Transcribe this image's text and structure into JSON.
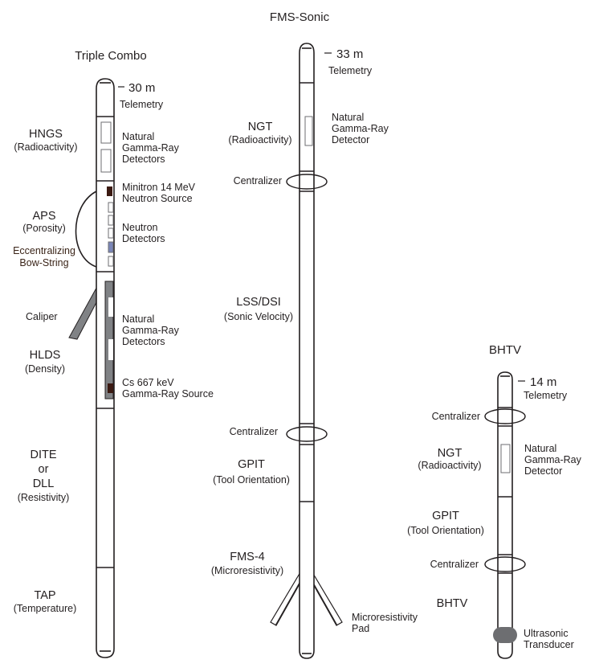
{
  "tools": {
    "triple_combo": {
      "title": "Triple Combo",
      "depth": "30 m",
      "telemetry": "Telemetry",
      "hngs": "HNGS",
      "hngs_sub": "(Radioactivity)",
      "ngrd1": [
        "Natural",
        "Gamma-Ray",
        "Detectors"
      ],
      "minitron": [
        "Minitron 14 MeV",
        "Neutron Source"
      ],
      "aps": "APS",
      "aps_sub": "(Porosity)",
      "neutron_det": [
        "Neutron",
        "Detectors"
      ],
      "bowstring": [
        "Eccentralizing",
        "Bow-String"
      ],
      "caliper": "Caliper",
      "ngrd2": [
        "Natural",
        "Gamma-Ray",
        "Detectors"
      ],
      "hlds": "HLDS",
      "hlds_sub": "(Density)",
      "cs": [
        "Cs 667 keV",
        "Gamma-Ray Source"
      ],
      "dite": [
        "DITE",
        "or",
        "DLL"
      ],
      "dite_sub": "(Resistivity)",
      "tap": "TAP",
      "tap_sub": "(Temperature)"
    },
    "fms_sonic": {
      "title": "FMS-Sonic",
      "depth": "33 m",
      "telemetry": "Telemetry",
      "ngt": "NGT",
      "ngt_sub": "(Radioactivity)",
      "ngrd": [
        "Natural",
        "Gamma-Ray",
        "Detector"
      ],
      "centralizer1": "Centralizer",
      "lss": "LSS/DSI",
      "lss_sub": "(Sonic Velocity)",
      "centralizer2": "Centralizer",
      "gpit": "GPIT",
      "gpit_sub": "(Tool Orientation)",
      "fms4": "FMS-4",
      "fms4_sub": "(Microresistivity)",
      "pad": [
        "Microresistivity",
        "Pad"
      ]
    },
    "bhtv": {
      "title": "BHTV",
      "depth": "14 m",
      "telemetry": "Telemetry",
      "centralizer1": "Centralizer",
      "ngt": "NGT",
      "ngt_sub": "(Radioactivity)",
      "ngrd": [
        "Natural",
        "Gamma-Ray",
        "Detector"
      ],
      "gpit": "GPIT",
      "gpit_sub": "(Tool Orientation)",
      "centralizer2": "Centralizer",
      "bhtv_label": "BHTV",
      "transducer": [
        "Ultrasonic",
        "Transducer"
      ]
    }
  },
  "colors": {
    "ink": "#231f20",
    "source_block": "#3b1a12",
    "caliper_gray": "#808285",
    "pad_blue": "#7b86b8",
    "transducer_gray": "#6d6e71"
  }
}
